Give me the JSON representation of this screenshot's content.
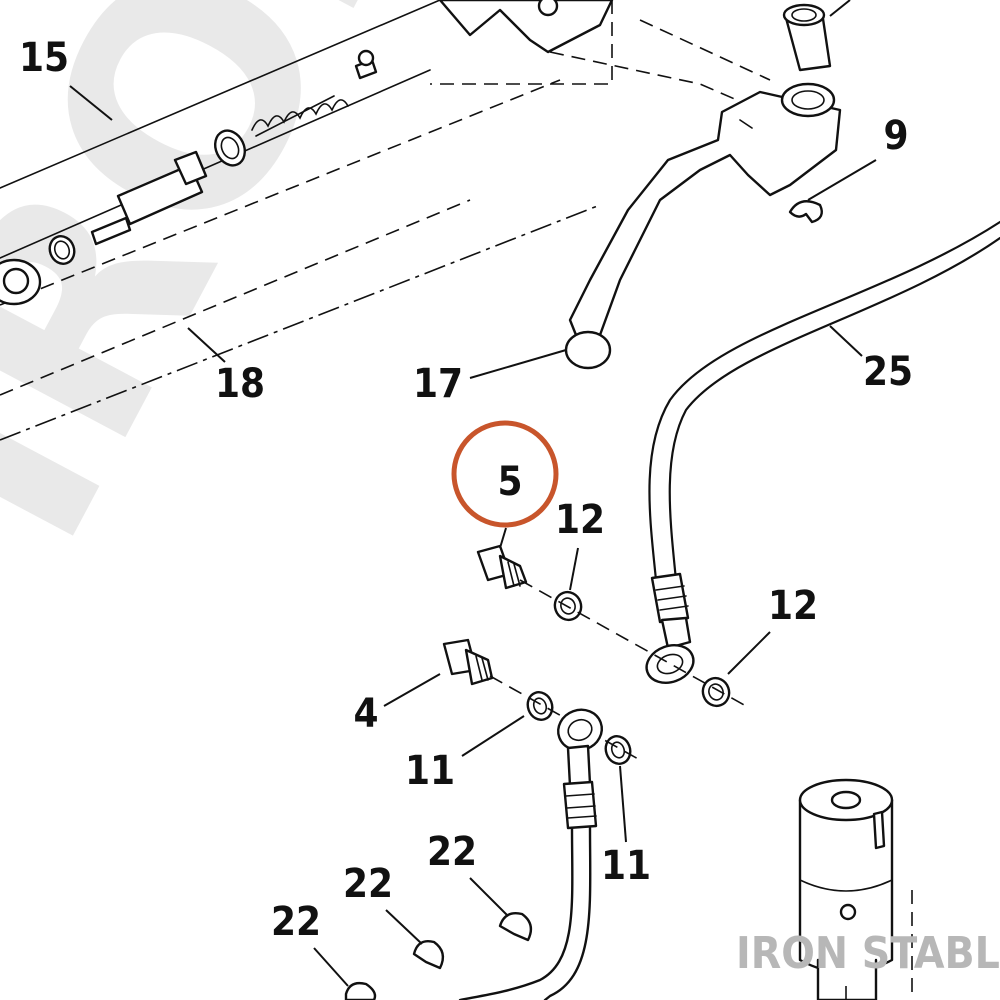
{
  "watermark": {
    "text": "IRON STABLE"
  },
  "brand": {
    "label": "IRON STABLE"
  },
  "highlight": {
    "color": "#c8552b"
  },
  "callouts": {
    "n15": "15",
    "n18": "18",
    "n17": "17",
    "n9": "9",
    "n25": "25",
    "n5": "5",
    "n12a": "12",
    "n12b": "12",
    "n4": "4",
    "n11a": "11",
    "n11b": "11",
    "n22a": "22",
    "n22b": "22",
    "n22c": "22"
  }
}
